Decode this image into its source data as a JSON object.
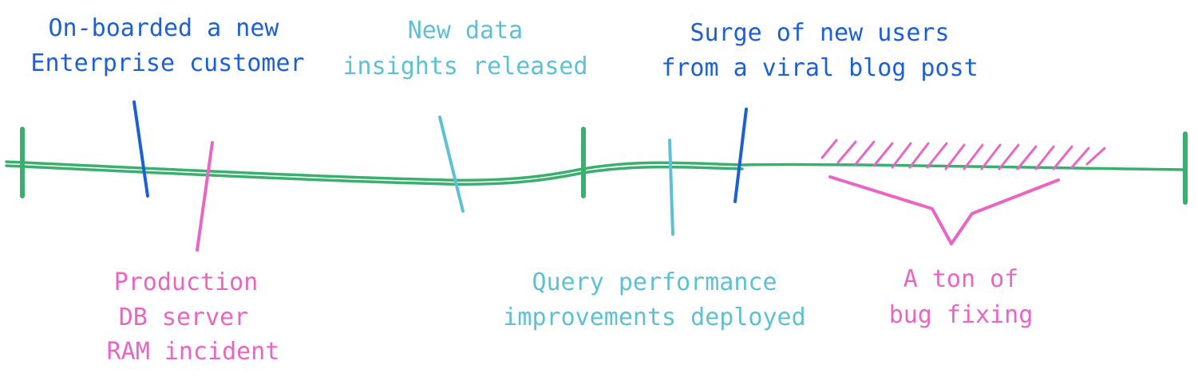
{
  "colors": {
    "timeline": "#3aaf6e",
    "blue": "#1c5fd6",
    "cyan": "#5ec1d3",
    "pink": "#e865c4"
  },
  "events": {
    "enterprise": {
      "line1": "On-boarded a new",
      "line2": "Enterprise customer"
    },
    "insights": {
      "line1": "New data",
      "line2": "insights released"
    },
    "surge": {
      "line1": "Surge of new users",
      "line2": "from a viral blog post"
    },
    "db_incident": {
      "line1": "Production",
      "line2": "DB server",
      "line3": "RAM incident"
    },
    "query_perf": {
      "line1": "Query performance",
      "line2": "improvements deployed"
    },
    "bug_fixing": {
      "line1": "A ton of",
      "line2": "bug fixing"
    }
  }
}
